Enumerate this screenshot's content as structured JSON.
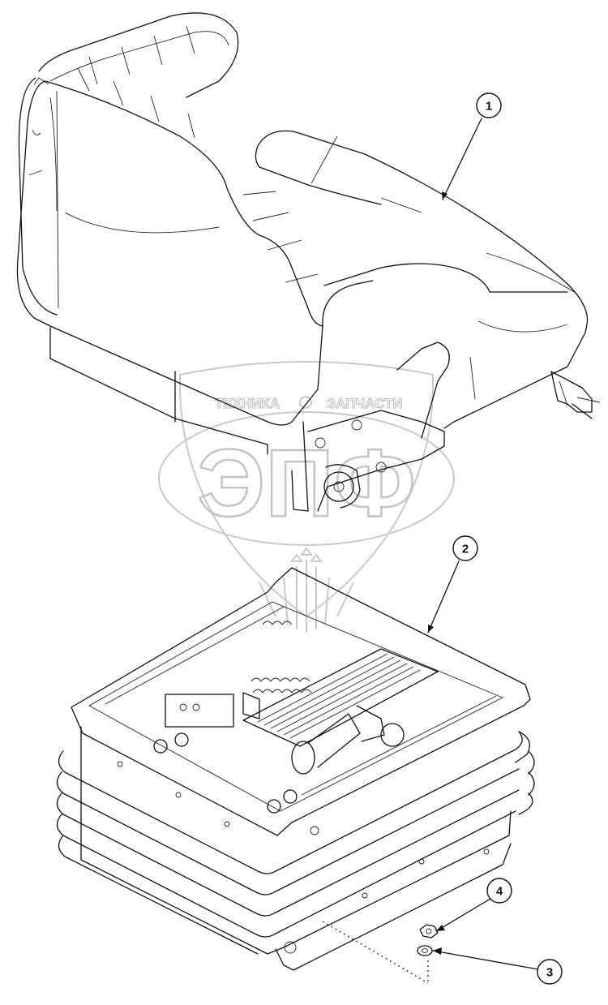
{
  "callouts": [
    {
      "id": "callout-1",
      "label": "1"
    },
    {
      "id": "callout-2",
      "label": "2"
    },
    {
      "id": "callout-3",
      "label": "3"
    },
    {
      "id": "callout-4",
      "label": "4"
    }
  ],
  "watermark": {
    "brand_left": "ТЕХНИКА",
    "brand_right": "ЗАПЧАСТИ",
    "logo": "ЭПФ"
  },
  "parts": {
    "seat_assembly": "seat-cushion-and-backrest",
    "suspension_base": "seat-suspension",
    "nut": "nut",
    "washer": "washer"
  },
  "colors": {
    "line": "#111111",
    "watermark": "#c4c4c4",
    "background": "#ffffff"
  }
}
